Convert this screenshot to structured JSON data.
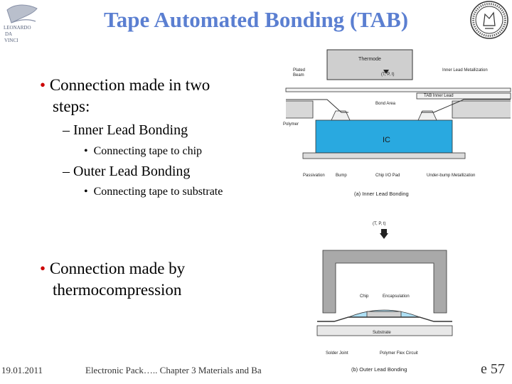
{
  "slide": {
    "title": "Tape Automated Bonding (TAB)",
    "bullets": [
      {
        "text": "Connection made in two",
        "cont": "steps:"
      },
      {
        "text": "Connection made by",
        "cont": "thermocompression"
      }
    ],
    "sub1": "– Inner Lead Bonding",
    "sub1_item": "Connecting tape to chip",
    "sub2": "– Outer Lead Bonding",
    "sub2_item": "Connecting tape to substrate",
    "logo_left_text": [
      "LEONARDO",
      "DA",
      "VINCI"
    ]
  },
  "diagram_a": {
    "thermode": "Thermode",
    "tpt": "(T, P, t)",
    "plated_beam": "Plated Beam",
    "inner_lead_metal": "Inner Lead Metallization",
    "tab_inner_lead": "TAB Inner Lead",
    "bond_area": "Bond Area",
    "polymer": "Polymer",
    "ic": "IC",
    "passivation": "Passivation",
    "bump": "Bump",
    "chip_io_pad": "Chip I/O Pad",
    "under_bump": "Under-bump Metallization",
    "caption": "(a) Inner Lead Bonding"
  },
  "diagram_b": {
    "tpt": "(T, P, t)",
    "chip": "Chip",
    "encapsulation": "Encapsulation",
    "substrate": "Substrate",
    "solder_joint": "Solder Joint",
    "polymer_flex": "Polymer Flex Circuit",
    "caption": "(b) Outer Lead Bonding"
  },
  "footer": {
    "date": "19.01.2011",
    "center": "Electronic Pack….. Chapter 3 Materials and Ba",
    "page_prefix": "e",
    "page_number": "57"
  },
  "colors": {
    "title": "#5b7fd1",
    "bullet": "#cc0000",
    "ic_fill": "#29a9e0",
    "encapsulation": "#aee0f5"
  }
}
